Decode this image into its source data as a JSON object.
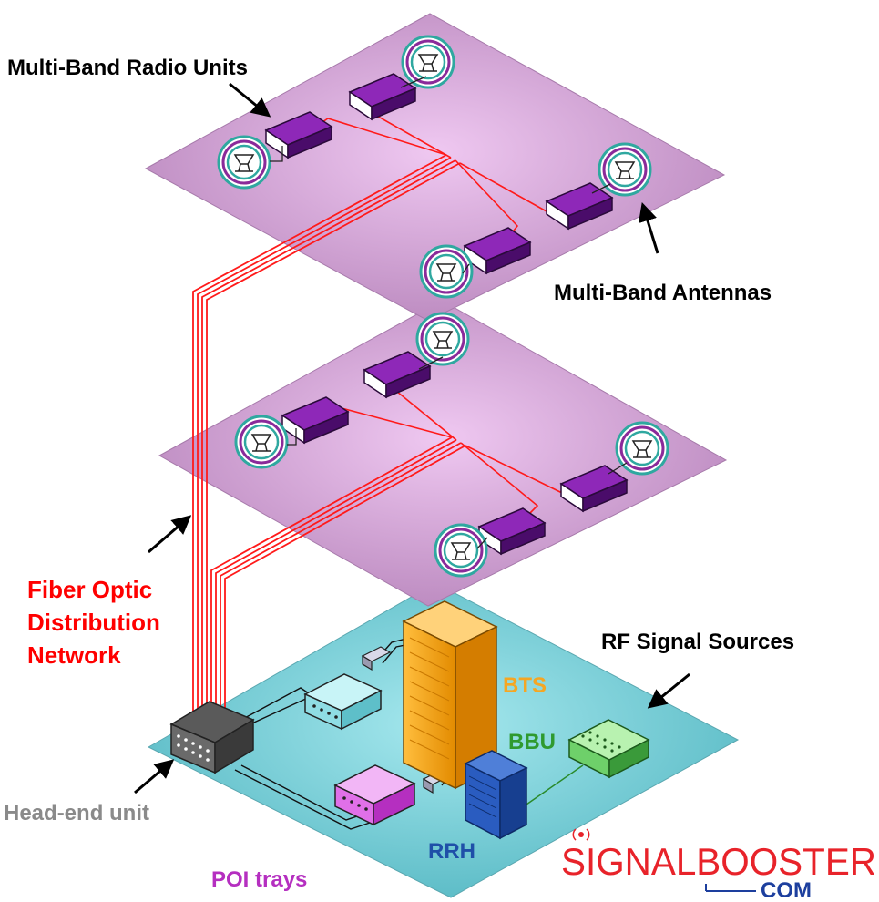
{
  "labels": {
    "radio_units": "Multi-Band Radio Units",
    "antennas": "Multi-Band Antennas",
    "fiber_line1": "Fiber Optic",
    "fiber_line2": "Distribution",
    "fiber_line3": "Network",
    "rf_sources": "RF Signal Sources",
    "bts": "BTS",
    "bbu": "BBU",
    "rrh": "RRH",
    "head_end": "Head-end unit",
    "poi_trays": "POI trays"
  },
  "logo": {
    "name": "SIGNALBOOSTER",
    "suffix": "COM"
  },
  "colors": {
    "floor": "#e3b2e6",
    "ground": "#7fd6de",
    "fiber": "#ff1a1a",
    "radio": "#6a1590",
    "antenna_ring_teal": "#2fa8a0",
    "antenna_ring_purple": "#8a2a9a",
    "bts": "#f5a623",
    "bbu": "#3aa83a",
    "rrh": "#1f4fa8",
    "poi": "#d23ad8",
    "head_end": "#9a9a9a",
    "logo_red": "#e8232a",
    "logo_blue": "#1d3f9e"
  },
  "icons": [
    "antenna-icon",
    "radio-unit-icon",
    "head-end-icon",
    "poi-tray-icon",
    "bts-rack-icon",
    "bbu-icon",
    "rrh-icon",
    "arrow-icon"
  ]
}
